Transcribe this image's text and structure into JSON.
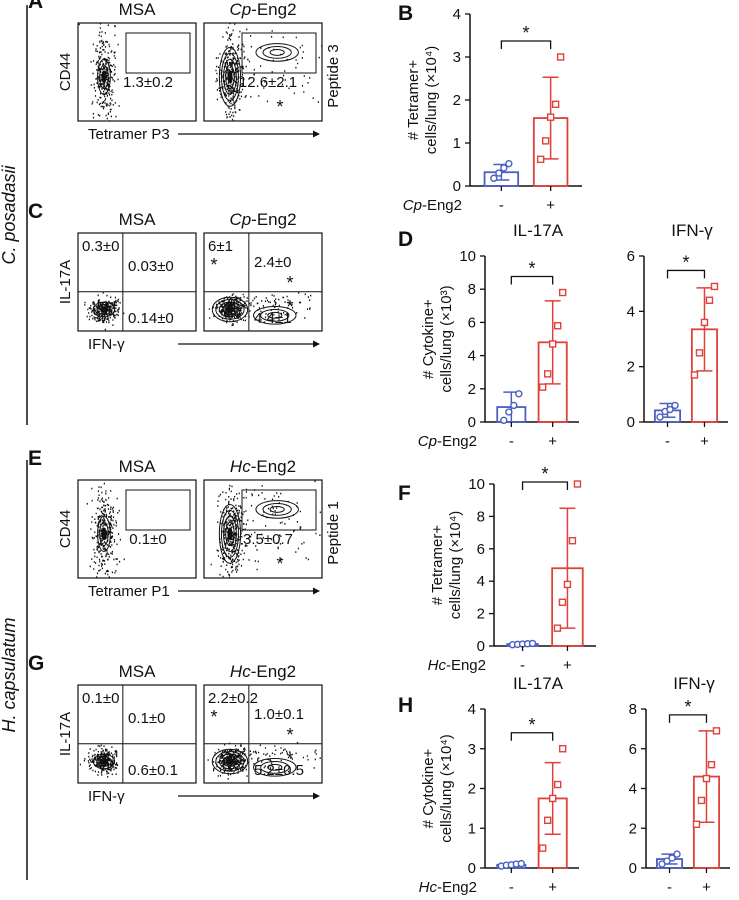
{
  "colors": {
    "ctrl": "#4a5fc1",
    "treat": "#e0413a",
    "ink": "#111111"
  },
  "organisms": [
    {
      "label": "C. posadasii"
    },
    {
      "label": "H. capsulatum"
    }
  ],
  "flow_panels": [
    {
      "id": "A",
      "kind": "tetramer",
      "col_labels": [
        {
          "pre": "",
          "it": "",
          "post": "MSA"
        },
        {
          "pre": "",
          "it": "Cp",
          "post": "-Eng2"
        }
      ],
      "y_label": "CD44",
      "x_label": "Tetramer P3",
      "side_label": "Peptide 3",
      "values": [
        "1.3±0.2",
        "12.6±2.1"
      ],
      "stars": [
        "*"
      ]
    },
    {
      "id": "C",
      "kind": "quad",
      "col_labels": [
        {
          "pre": "",
          "it": "",
          "post": "MSA"
        },
        {
          "pre": "",
          "it": "Cp",
          "post": "-Eng2"
        }
      ],
      "y_label": "IL-17A",
      "x_label": "IFN-γ",
      "values_left": [
        "0.3±0",
        "0.03±0",
        "0.14±0"
      ],
      "values_right": [
        "6±1",
        "2.4±0",
        "4.4±1"
      ],
      "stars": [
        "*",
        "*",
        "*"
      ]
    },
    {
      "id": "E",
      "kind": "tetramer",
      "col_labels": [
        {
          "pre": "",
          "it": "",
          "post": "MSA"
        },
        {
          "pre": "",
          "it": "Hc",
          "post": "-Eng2"
        }
      ],
      "y_label": "CD44",
      "x_label": "Tetramer P1",
      "side_label": "Peptide 1",
      "values": [
        "0.1±0",
        "3.5±0.7"
      ],
      "stars": [
        "*"
      ]
    },
    {
      "id": "G",
      "kind": "quad",
      "col_labels": [
        {
          "pre": "",
          "it": "",
          "post": "MSA"
        },
        {
          "pre": "",
          "it": "Hc",
          "post": "-Eng2"
        }
      ],
      "y_label": "IL-17A",
      "x_label": "IFN-γ",
      "values_left": [
        "0.1±0",
        "0.1±0",
        "0.6±0.1"
      ],
      "values_right": [
        "2.2±0.2",
        "1.0±0.1",
        "5.2±0.5"
      ],
      "stars": [
        "*",
        "*",
        "*"
      ]
    }
  ],
  "chart_data": [
    {
      "id": "B",
      "type": "bar",
      "title": "",
      "categories": [
        "-",
        "+"
      ],
      "group_label": "Cp-Eng2",
      "ylabel": "# Tetramer+ cells/lung (×10⁴)",
      "ylim": [
        0,
        4
      ],
      "yticks": [
        0,
        1,
        2,
        3,
        4
      ],
      "series": [
        {
          "values": [
            0.32,
            1.58
          ],
          "errors": [
            0.18,
            0.95
          ],
          "points": [
            [
              0.18,
              0.3,
              0.42,
              0.52
            ],
            [
              0.62,
              1.05,
              1.6,
              1.9,
              3.0
            ]
          ]
        }
      ],
      "significance": "*"
    },
    {
      "id": "D1",
      "type": "bar",
      "title": "IL-17A",
      "categories": [
        "-",
        "+"
      ],
      "group_label": "Cp-Eng2",
      "ylabel": "# Cytokine+ cells/lung (×10³)",
      "ylim": [
        0,
        10
      ],
      "yticks": [
        0,
        2,
        4,
        6,
        8,
        10
      ],
      "series": [
        {
          "values": [
            0.9,
            4.8
          ],
          "errors": [
            0.9,
            2.5
          ],
          "points": [
            [
              0.1,
              0.6,
              1.0,
              1.7
            ],
            [
              2.1,
              2.9,
              4.7,
              5.8,
              7.8
            ]
          ]
        }
      ],
      "significance": "*"
    },
    {
      "id": "D2",
      "type": "bar",
      "title": "IFN-γ",
      "categories": [
        "-",
        "+"
      ],
      "group_label": "",
      "ylabel": "",
      "ylim": [
        0,
        6
      ],
      "yticks": [
        0,
        2,
        4,
        6
      ],
      "series": [
        {
          "values": [
            0.42,
            3.35
          ],
          "errors": [
            0.25,
            1.5
          ],
          "points": [
            [
              0.18,
              0.38,
              0.45,
              0.6
            ],
            [
              1.7,
              2.5,
              3.6,
              4.4,
              4.9
            ]
          ]
        }
      ],
      "significance": "*"
    },
    {
      "id": "F",
      "type": "bar",
      "title": "",
      "categories": [
        "-",
        "+"
      ],
      "group_label": "Hc-Eng2",
      "ylabel": "# Tetramer+ cells/lung (×10⁴)",
      "ylim": [
        0,
        10
      ],
      "yticks": [
        0,
        2,
        4,
        6,
        8,
        10
      ],
      "series": [
        {
          "values": [
            0.12,
            4.8
          ],
          "errors": [
            0.05,
            3.7
          ],
          "points": [
            [
              0.08,
              0.1,
              0.12,
              0.14,
              0.16
            ],
            [
              1.1,
              2.7,
              3.8,
              6.5,
              10.0
            ]
          ]
        }
      ],
      "significance": "*"
    },
    {
      "id": "H1",
      "type": "bar",
      "title": "IL-17A",
      "categories": [
        "-",
        "+"
      ],
      "group_label": "Hc-Eng2",
      "ylabel": "# Cytokine+ cells/lung (×10⁴)",
      "ylim": [
        0,
        4
      ],
      "yticks": [
        0,
        1,
        2,
        3,
        4
      ],
      "series": [
        {
          "values": [
            0.08,
            1.75
          ],
          "errors": [
            0.03,
            0.9
          ],
          "points": [
            [
              0.05,
              0.07,
              0.08,
              0.1,
              0.11
            ],
            [
              0.5,
              1.2,
              1.75,
              2.1,
              3.0
            ]
          ]
        }
      ],
      "significance": "*"
    },
    {
      "id": "H2",
      "type": "bar",
      "title": "IFN-γ",
      "categories": [
        "-",
        "+"
      ],
      "group_label": "",
      "ylabel": "",
      "ylim": [
        0,
        8
      ],
      "yticks": [
        0,
        2,
        4,
        6,
        8
      ],
      "series": [
        {
          "values": [
            0.45,
            4.6
          ],
          "errors": [
            0.25,
            2.3
          ],
          "points": [
            [
              0.2,
              0.35,
              0.5,
              0.7
            ],
            [
              2.2,
              3.4,
              4.5,
              5.2,
              6.9
            ]
          ]
        }
      ],
      "significance": "*"
    }
  ]
}
